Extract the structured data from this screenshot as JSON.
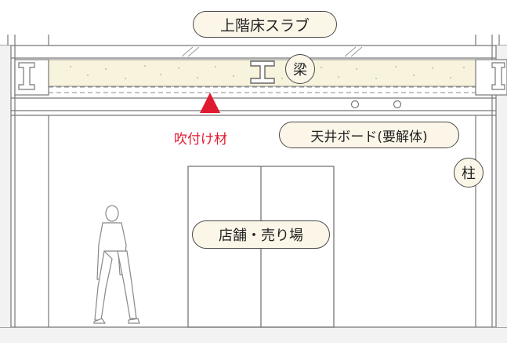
{
  "labels": {
    "upper_slab": "上階床スラブ",
    "beam": "梁",
    "sprayed_material": "吹付け材",
    "ceiling_board": "天井ボード(要解体)",
    "column": "柱",
    "shop": "店舗・売り場"
  },
  "colors": {
    "line": "#777777",
    "fill_insulation": "#f7f3dc",
    "fill_wall": "#f2f2f2",
    "label_bg": "#fbf6e8",
    "accent_red": "#e01a31"
  },
  "icons": [
    "beam-h-section-icon",
    "red-triangle-marker-icon",
    "person-silhouette-icon",
    "pipe-circle-icon"
  ]
}
